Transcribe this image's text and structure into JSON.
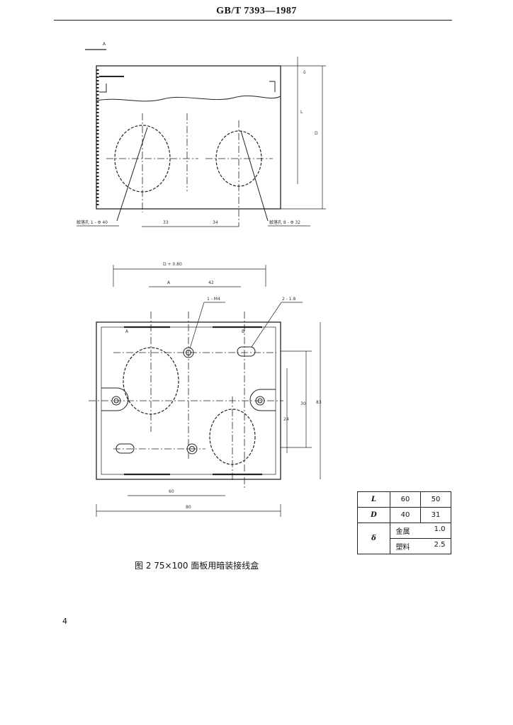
{
  "header": {
    "standard_code": "GB/T 7393—1987"
  },
  "figure_side": {
    "label_a": "A",
    "dim_l": "L",
    "dim_d": "D",
    "dim_left": "33",
    "dim_right": "34",
    "callout_left": "敲落孔 1 - Φ 40",
    "callout_right": "敲落孔 8 - Φ 32"
  },
  "figure_plan": {
    "dim_top_overall": "D + 0.80",
    "dim_top_a": "A",
    "dim_top_b": "42",
    "callout_m4": "1 - M4",
    "callout_slot": "2 - 1.8",
    "section_a": "A",
    "section_b": "B",
    "dim_bottom_inner": "60",
    "dim_bottom_outer": "80",
    "dim_right_inner": "30",
    "dim_right_mid": "24",
    "dim_right_outer": "83"
  },
  "spec_table": {
    "rows": [
      {
        "key": "L",
        "v1": "60",
        "v2": "50"
      },
      {
        "key": "D",
        "v1": "40",
        "v2": "31"
      }
    ],
    "delta_key": "δ",
    "metal_label": "金属",
    "metal_value": "1.0",
    "plastic_label": "塑料",
    "plastic_value": "2.5"
  },
  "caption": "图 2   75×100 面板用暗装接线盒",
  "page_number": "4"
}
